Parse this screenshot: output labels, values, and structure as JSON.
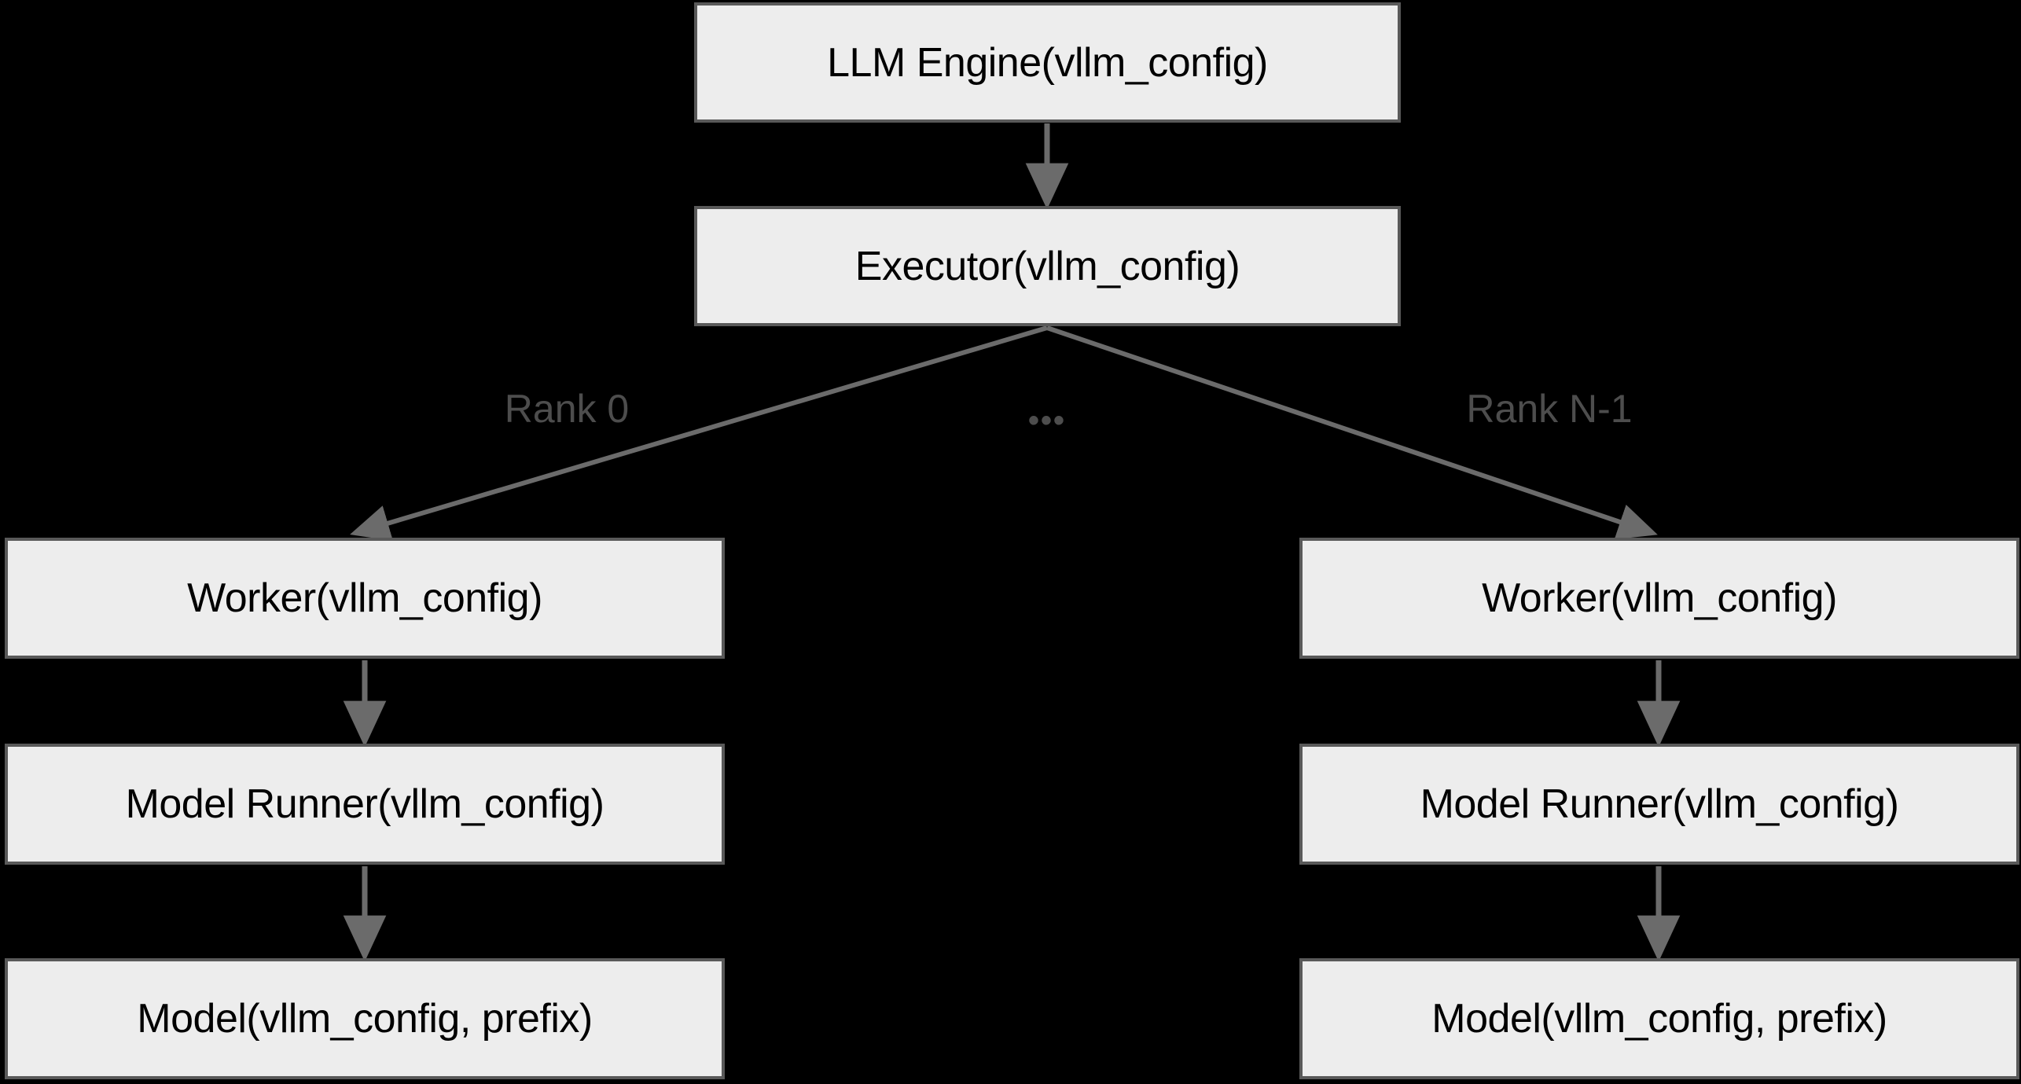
{
  "diagram": {
    "type": "flowchart",
    "background_color": "#000000",
    "node_fill_color": "#ededed",
    "node_border_color": "#595959",
    "node_text_color": "#000000",
    "edge_color": "#6b6b6b",
    "edge_label_color": "#4d4d4d",
    "nodes": {
      "llm_engine": {
        "label": "LLM Engine(vllm_config)"
      },
      "executor": {
        "label": "Executor(vllm_config)"
      },
      "worker_rank0": {
        "label": "Worker(vllm_config)"
      },
      "model_runner_rank0": {
        "label": "Model Runner(vllm_config)"
      },
      "model_rank0": {
        "label": "Model(vllm_config, prefix)"
      },
      "worker_rankn": {
        "label": "Worker(vllm_config)"
      },
      "model_runner_rankn": {
        "label": "Model Runner(vllm_config)"
      },
      "model_rankn": {
        "label": "Model(vllm_config, prefix)"
      }
    },
    "edge_labels": {
      "rank0": "Rank 0",
      "ellipsis": "•••",
      "rank_n_minus_1": "Rank N-1"
    }
  }
}
